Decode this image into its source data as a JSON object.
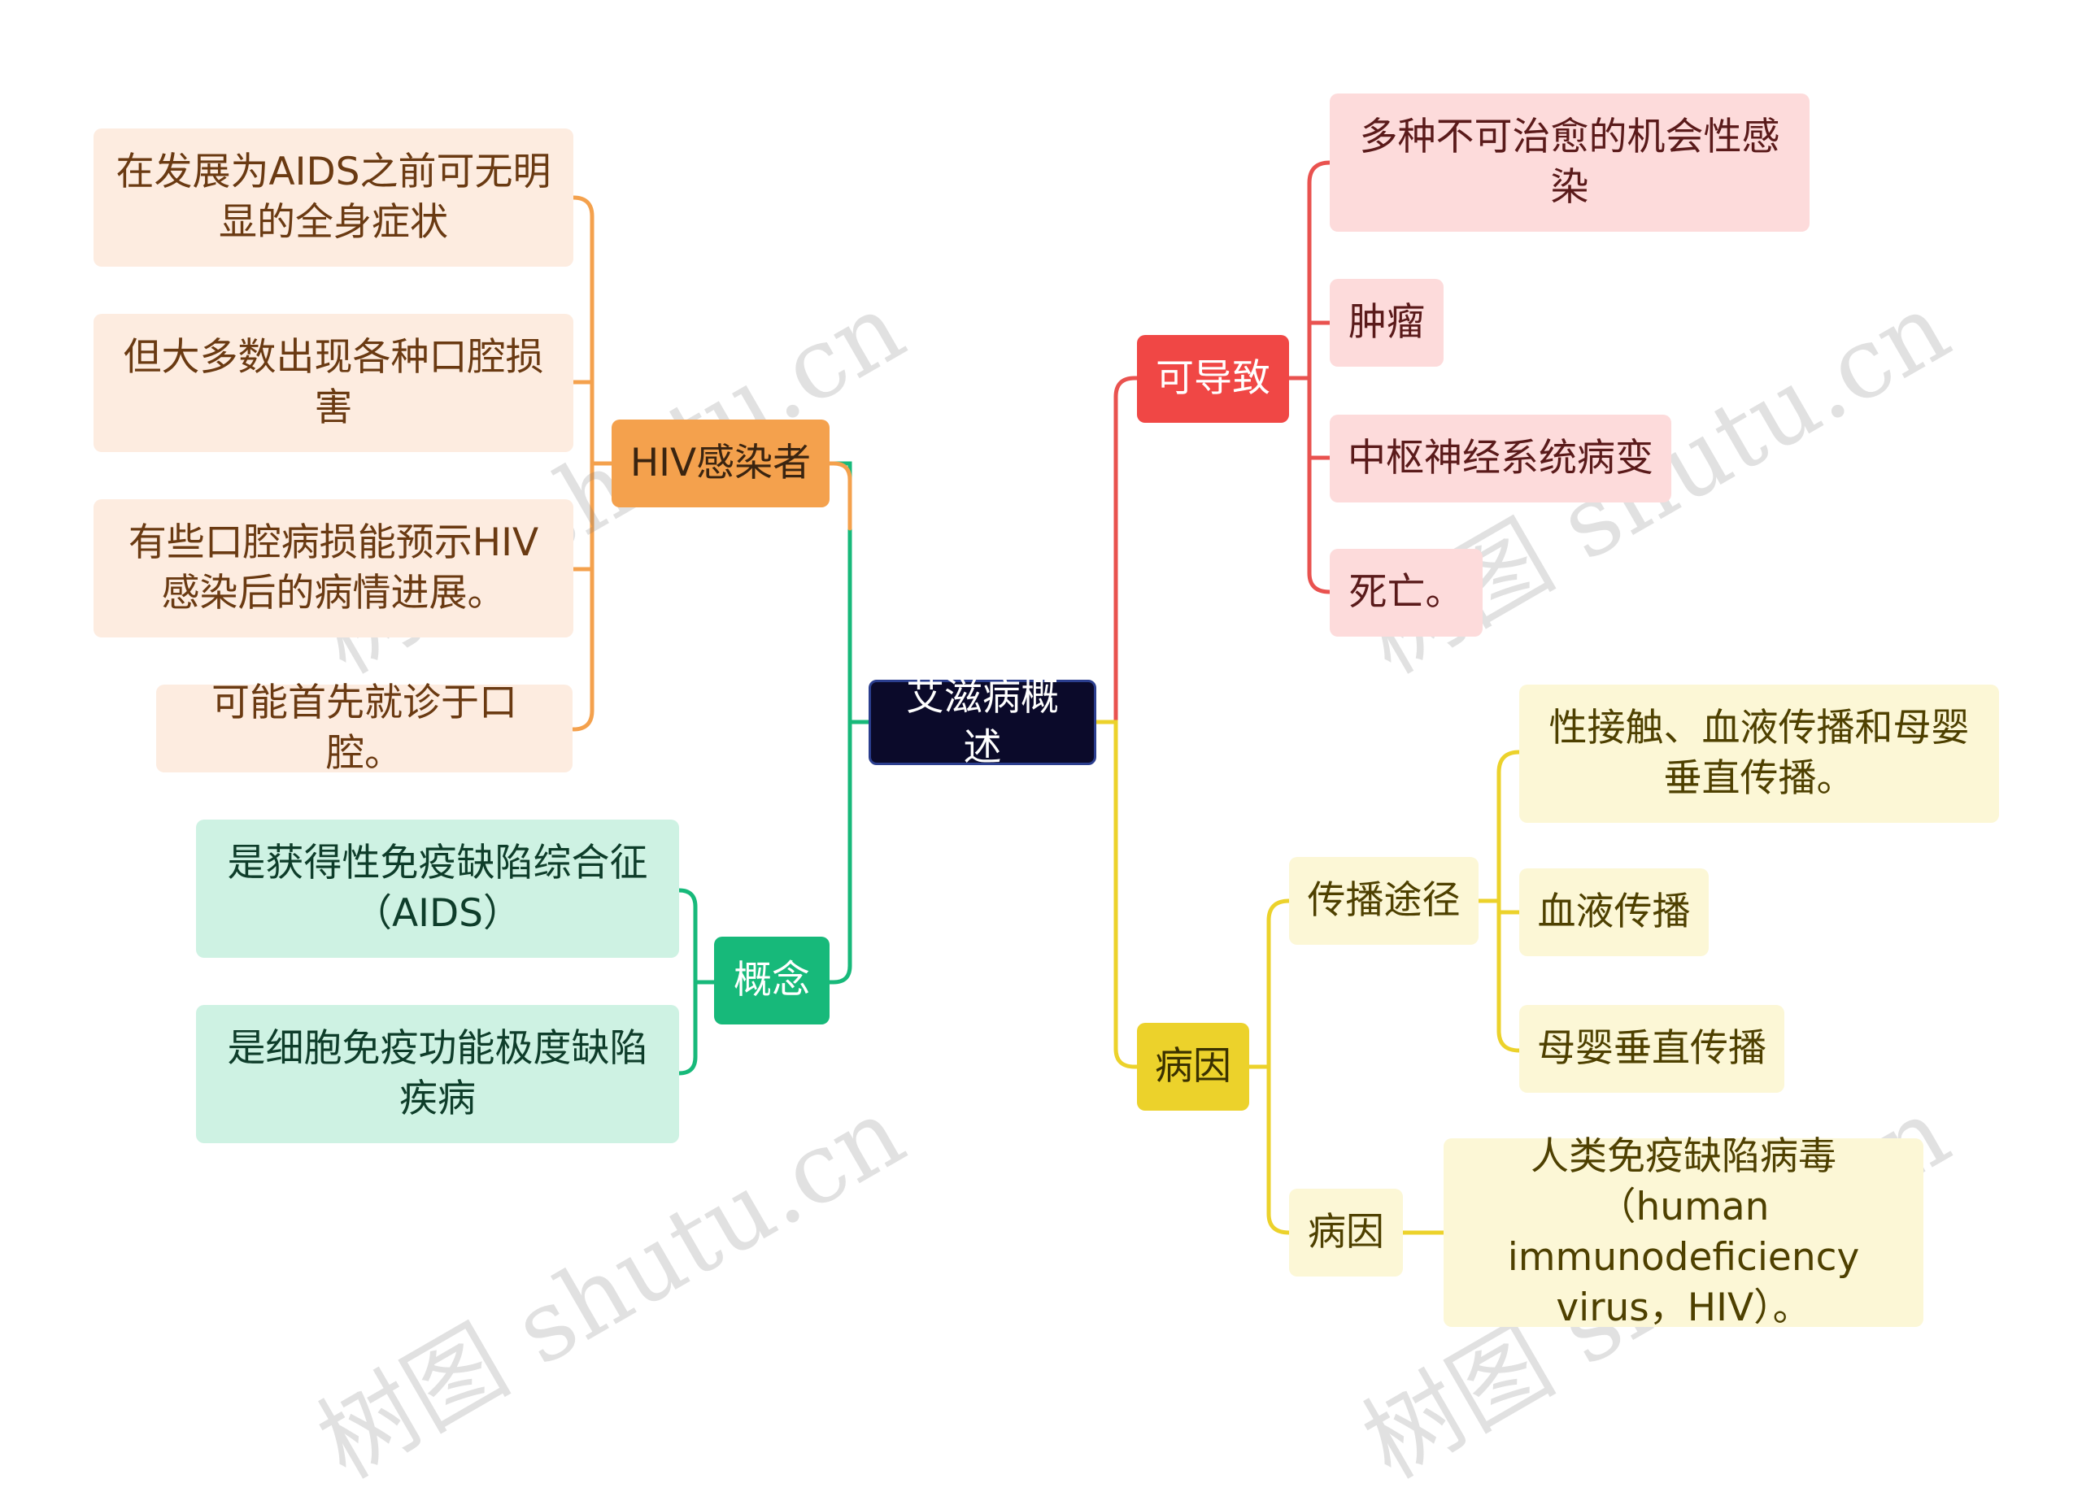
{
  "center": "艾滋病概述",
  "branches": {
    "hiv": {
      "label": "HIV感染者",
      "leaves": [
        "在发展为AIDS之前可无明显的全身症状",
        "但大多数出现各种口腔损害",
        "有些口腔病损能预示HIV感染后的病情进展。",
        "可能首先就诊于口腔。"
      ]
    },
    "concept": {
      "label": "概念",
      "leaves": [
        "是获得性免疫缺陷综合征（AIDS）",
        "是细胞免疫功能极度缺陷疾病"
      ]
    },
    "consequence": {
      "label": "可导致",
      "leaves": [
        "多种不可治愈的机会性感染",
        "肿瘤",
        "中枢神经系统病变",
        "死亡。"
      ]
    },
    "cause": {
      "label": "病因",
      "transmission": {
        "label": "传播途径",
        "leaves": [
          "性接触、血液传播和母婴垂直传播。",
          "血液传播",
          "母婴垂直传播"
        ]
      },
      "etiology": {
        "label": "病因",
        "leaves": [
          "人类免疫缺陷病毒（human immunodeficiency virus，HIV）。"
        ]
      }
    }
  },
  "colors": {
    "orange": "#f4a14d",
    "red": "#e9524f",
    "green": "#17b97a",
    "yellow": "#ecd22b",
    "center_border": "#2b3e8e"
  },
  "watermark": "树图 shutu.cn"
}
